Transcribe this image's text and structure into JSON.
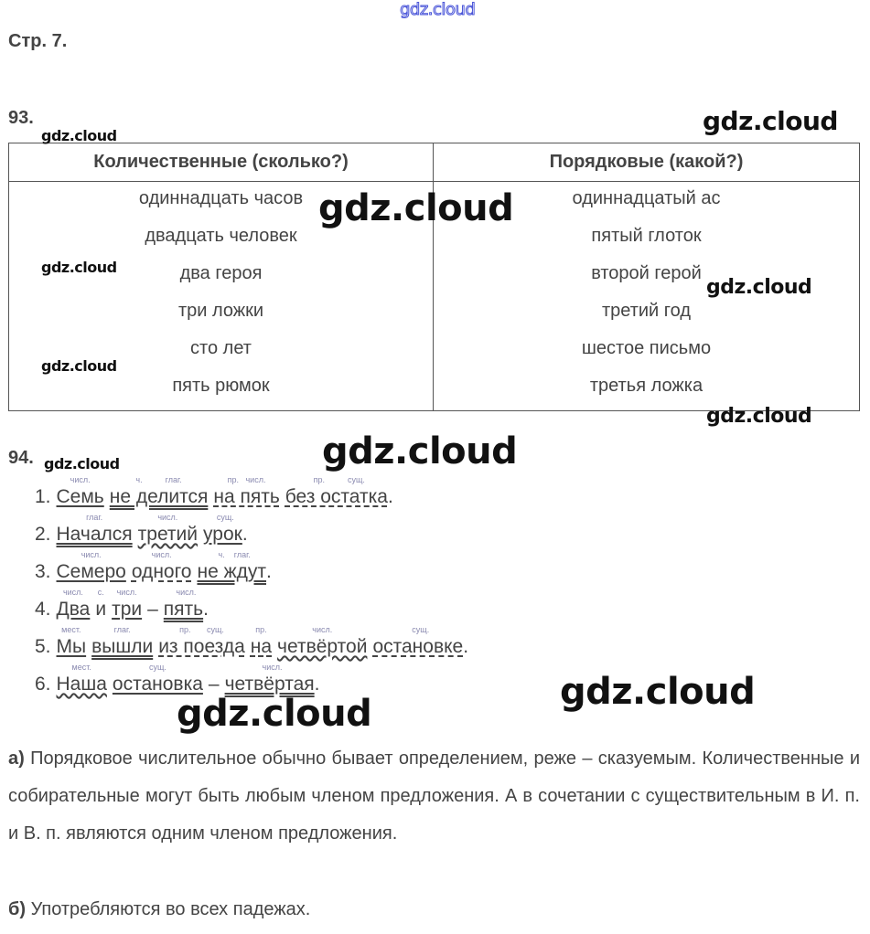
{
  "watermarks": [
    "gdz.cloud",
    "gdz.cloud",
    "gdz.cloud",
    "gdz.cloud",
    "gdz.cloud",
    "gdz.cloud",
    "gdz.cloud",
    "gdz.cloud",
    "gdz.cloud",
    "gdz.cloud",
    "gdz.cloud",
    "gdz.cloud"
  ],
  "page_label": "Стр. 7.",
  "ex93": {
    "number": "93.",
    "headers": [
      "Количественные (сколько?)",
      "Порядковые (какой?)"
    ],
    "cardinal": [
      "одиннадцать часов",
      "двадцать человек",
      "два героя",
      "три ложки",
      "сто лет",
      "пять рюмок"
    ],
    "ordinal": [
      "одиннадцатый ас",
      "пятый глоток",
      "второй герой",
      "третий год",
      "шестое письмо",
      "третья ложка"
    ]
  },
  "ex94": {
    "number": "94.",
    "sentences": [
      {
        "num": "1.",
        "tokens": [
          {
            "t": "Семь",
            "l": "числ.",
            "u": "single"
          },
          {
            "t": "не делится",
            "l": "ч.          глаг.",
            "u": "double"
          },
          {
            "t": "на пять",
            "l": "пр.   числ.",
            "u": "dashed"
          },
          {
            "t": "без остатка",
            "l": "пр.          сущ.",
            "u": "dashed"
          }
        ],
        "end": "."
      },
      {
        "num": "2.",
        "tokens": [
          {
            "t": "Начался",
            "l": "глаг.",
            "u": "double"
          },
          {
            "t": "третий",
            "l": "числ.",
            "u": "wavy"
          },
          {
            "t": "урок",
            "l": "сущ.",
            "u": "single"
          }
        ],
        "end": "."
      },
      {
        "num": "3.",
        "tokens": [
          {
            "t": "Семеро",
            "l": "числ.",
            "u": "single"
          },
          {
            "t": "одного",
            "l": "числ.",
            "u": "dashed"
          },
          {
            "t": "не ждут",
            "l": "ч.    глаг.",
            "u": "double"
          }
        ],
        "end": "."
      },
      {
        "num": "4.",
        "tokens": [
          {
            "t": "Два",
            "l": "числ.",
            "u": "single"
          },
          {
            "t": "и",
            "l": "с.",
            "u": ""
          },
          {
            "t": "три",
            "l": "числ.",
            "u": "single"
          },
          {
            "t": "–",
            "l": "",
            "u": ""
          },
          {
            "t": "пять",
            "l": "числ.",
            "u": "double"
          }
        ],
        "end": "."
      },
      {
        "num": "5.",
        "tokens": [
          {
            "t": "Мы",
            "l": "мест.",
            "u": "single"
          },
          {
            "t": "вышли",
            "l": "глаг.",
            "u": "double"
          },
          {
            "t": "из поезда",
            "l": "пр.       сущ.",
            "u": "dashed"
          },
          {
            "t": "на",
            "l": "пр.",
            "u": "dashed"
          },
          {
            "t": "четвёртой",
            "l": "числ.",
            "u": "wavy"
          },
          {
            "t": "остановке",
            "l": "сущ.",
            "u": "dashed"
          }
        ],
        "end": "."
      },
      {
        "num": "6.",
        "tokens": [
          {
            "t": "Наша",
            "l": "мест.",
            "u": "wavy"
          },
          {
            "t": "остановка",
            "l": "сущ.",
            "u": "single"
          },
          {
            "t": "–",
            "l": "",
            "u": ""
          },
          {
            "t": "четвёртая",
            "l": "числ.",
            "u": "double"
          }
        ],
        "end": "."
      }
    ],
    "answer_a_label": "а)",
    "answer_a": "Порядковое числительное обычно бывает определением, реже – сказуемым. Количественные и собирательные могут быть любым членом предложения. А в сочетании с существительным в И. п. и В. п. являются одним членом предложения.",
    "answer_b_label": "б)",
    "answer_b": "Употребляются во всех падежах."
  }
}
